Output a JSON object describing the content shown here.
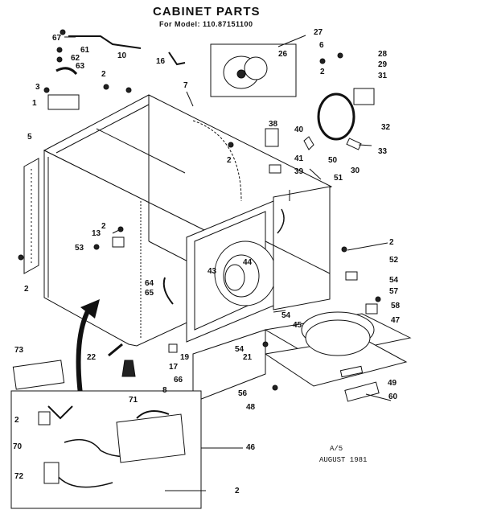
{
  "title": "CABINET PARTS",
  "model_line": "For Model: 110.87151100",
  "page_note": "A/5",
  "date_note": "AUGUST 1981",
  "labels": {
    "n1": "1",
    "n2a": "2",
    "n2b": "2",
    "n2c": "2",
    "n2d": "2",
    "n2e": "2",
    "n2f": "2",
    "n2g": "2",
    "n2h": "2",
    "n3": "3",
    "n5": "5",
    "n6": "6",
    "n7": "7",
    "n8": "8",
    "n10": "10",
    "n13": "13",
    "n16": "16",
    "n17": "17",
    "n19": "19",
    "n21": "21",
    "n22": "22",
    "n26": "26",
    "n27": "27",
    "n28": "28",
    "n29": "29",
    "n30": "30",
    "n31": "31",
    "n32": "32",
    "n33": "33",
    "n38": "38",
    "n39": "39",
    "n40": "40",
    "n41": "41",
    "n43": "43",
    "n44": "44",
    "n45": "45",
    "n46": "46",
    "n47": "47",
    "n48": "48",
    "n49": "49",
    "n50": "50",
    "n51": "51",
    "n52": "52",
    "n53": "53",
    "n54a": "54",
    "n54b": "54",
    "n54c": "54",
    "n56": "56",
    "n57": "57",
    "n58": "58",
    "n60": "60",
    "n61": "61",
    "n62": "62",
    "n63": "63",
    "n64": "64",
    "n65": "65",
    "n66": "66",
    "n67": "67",
    "n70": "70",
    "n71": "71",
    "n72": "72",
    "n73": "73"
  }
}
